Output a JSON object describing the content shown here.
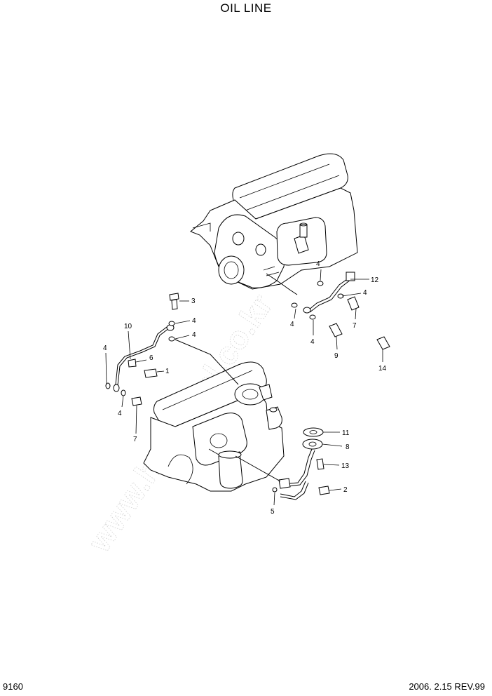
{
  "header": {
    "title": "OIL LINE"
  },
  "footer": {
    "page_number": "9160",
    "revision": "2006. 2.15 REV.99"
  },
  "callouts": {
    "c1": "1",
    "c2": "2",
    "c3": "3",
    "c4a": "4",
    "c4b": "4",
    "c4c": "4",
    "c4d": "4",
    "c4e": "4",
    "c4f": "4",
    "c4g": "4",
    "c4h": "4",
    "c5": "5",
    "c6": "6",
    "c7a": "7",
    "c7b": "7",
    "c8": "8",
    "c9": "9",
    "c10": "10",
    "c11": "11",
    "c12": "12",
    "c13": "13",
    "c14": "14"
  }
}
